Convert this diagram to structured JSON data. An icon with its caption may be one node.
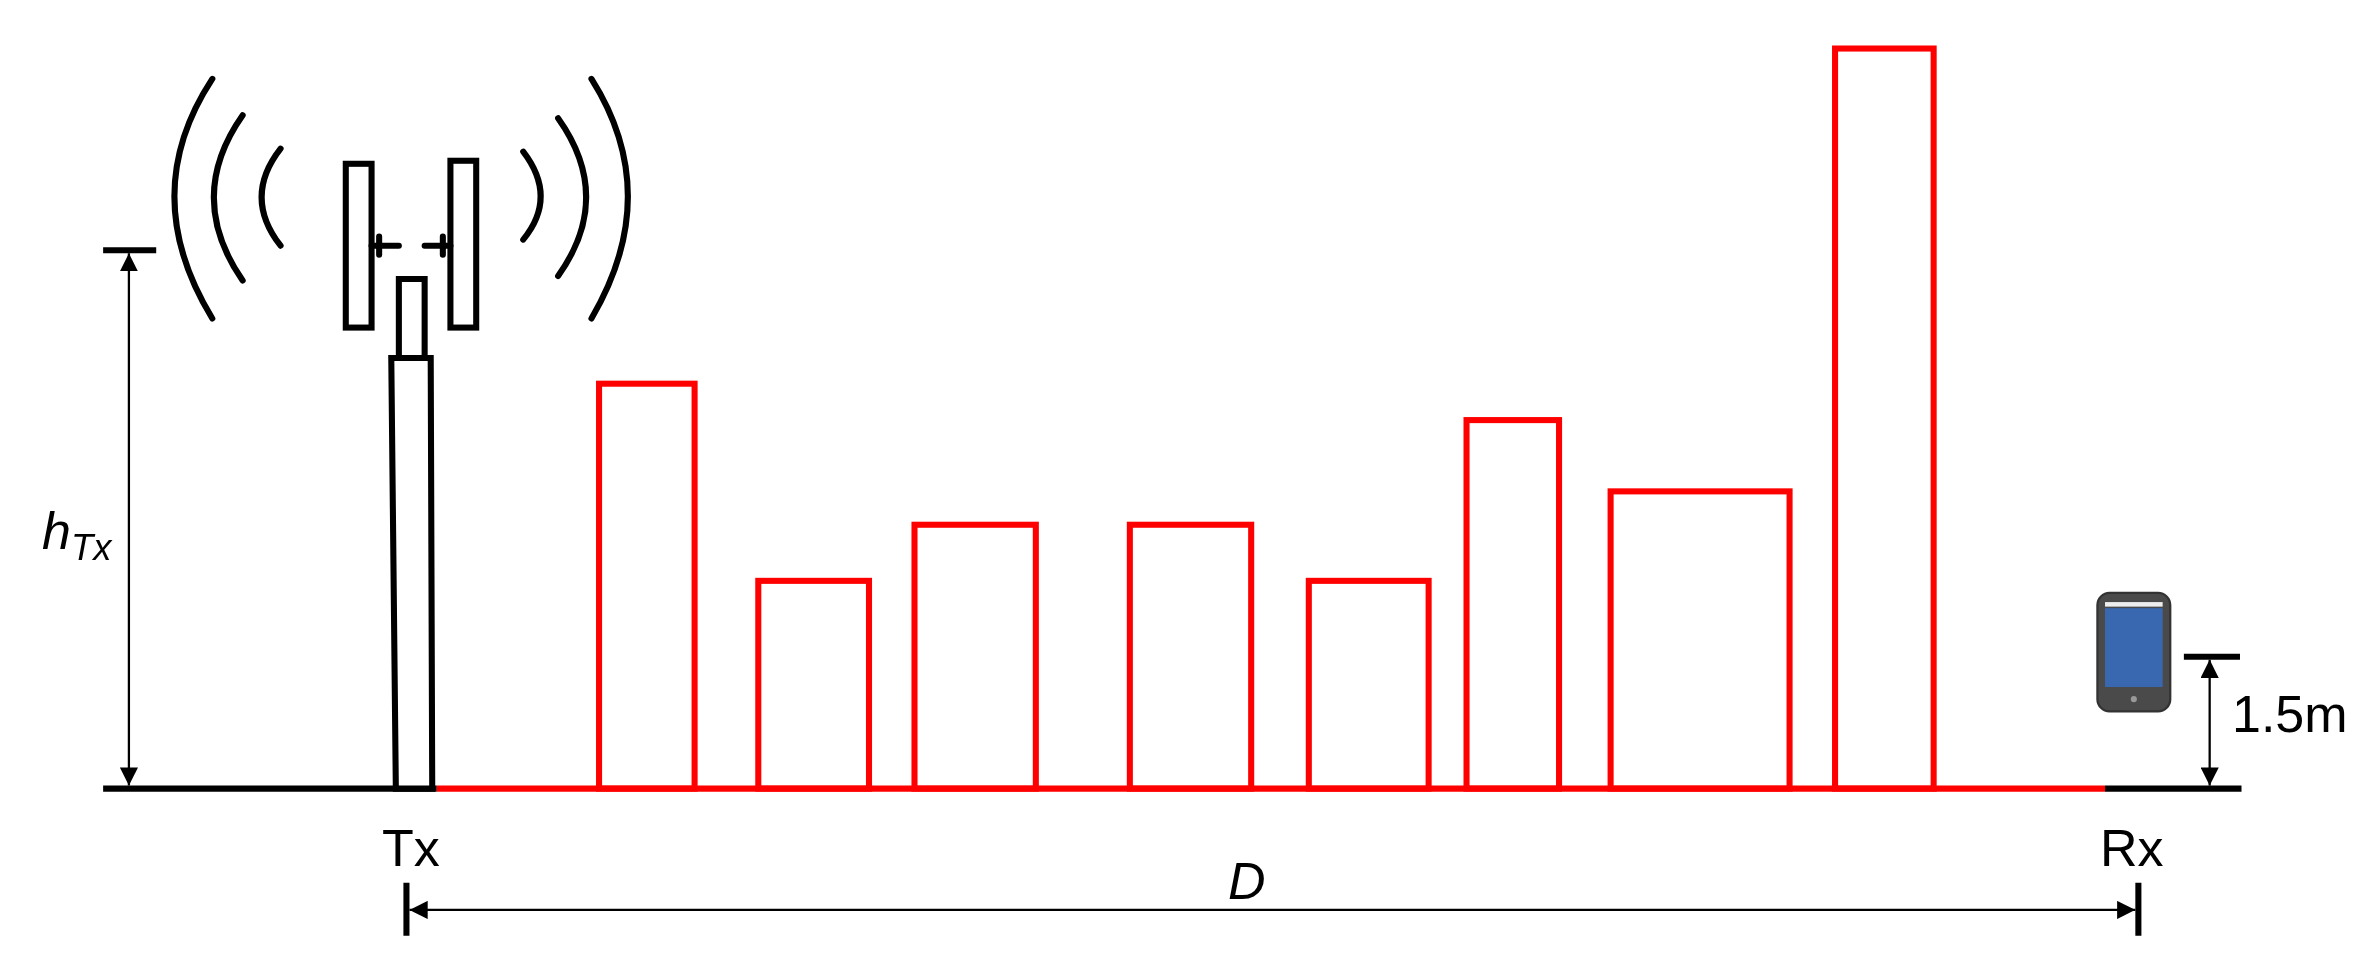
{
  "diagram": {
    "labels": [
      "h$_{Tx}$",
      "Tx",
      "D",
      "Rx",
      "1.5m"
    ]
  }
}
